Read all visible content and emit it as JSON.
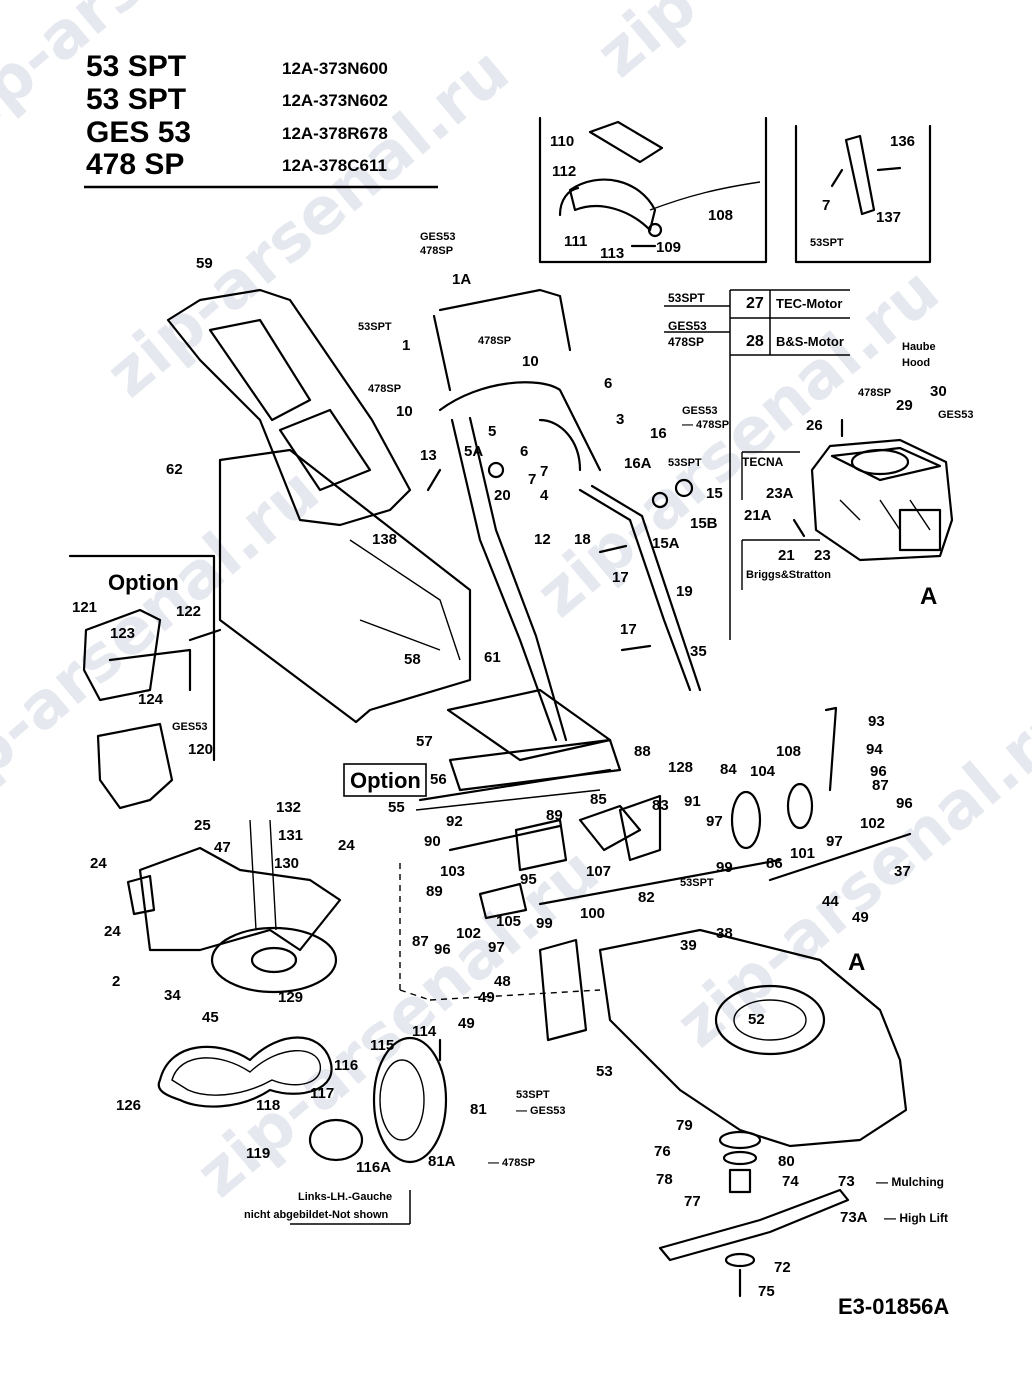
{
  "watermark": {
    "text": "zip-arsenal.ru",
    "color": "#d5dbe5"
  },
  "models": [
    {
      "name": "53 SPT",
      "code": "12A-373N600"
    },
    {
      "name": "53 SPT",
      "code": "12A-373N602"
    },
    {
      "name": "GES 53",
      "code": "12A-378R678"
    },
    {
      "name": "478 SP",
      "code": "12A-378C611"
    }
  ],
  "engine_table": [
    {
      "models": [
        "53SPT"
      ],
      "number": "27",
      "engine": "TEC-Motor"
    },
    {
      "models": [
        "GES53",
        "478SP"
      ],
      "number": "28",
      "engine": "B&S-Motor"
    }
  ],
  "notes": {
    "option_1": "Option",
    "option_2": "Option",
    "hood": "Haube\nHood",
    "tecna": "TECNA",
    "briggs": "Briggs&Stratton",
    "not_shown": "Links-LH.-Gauche\nnicht abgebildet-Not shown",
    "mulching": "— Mulching",
    "high_lift": "— High Lift",
    "diagram_code": "E3-01856A",
    "ref_a_engine": "A",
    "ref_a_deck": "A"
  },
  "model_tags": [
    {
      "id": "tag-ges53-478sp-top",
      "text": "GES53\n478SP"
    },
    {
      "id": "tag-53spt-1",
      "text": "53SPT"
    },
    {
      "id": "tag-478sp-10a",
      "text": "478SP"
    },
    {
      "id": "tag-478sp-10b",
      "text": "478SP"
    },
    {
      "id": "tag-ges53-478sp-16",
      "text": "GES53\n478SP"
    },
    {
      "id": "tag-53spt-16a",
      "text": "53SPT"
    },
    {
      "id": "tag-53spt-box",
      "text": "53SPT"
    },
    {
      "id": "tag-ges53-120",
      "text": "GES53"
    },
    {
      "id": "tag-478sp-29",
      "text": "478SP"
    },
    {
      "id": "tag-ges53-30",
      "text": "GES53"
    },
    {
      "id": "tag-53spt-38",
      "text": "53SPT"
    },
    {
      "id": "tag-53spt-ges53-81",
      "text": "53SPT\nGES53"
    },
    {
      "id": "tag-478sp-81a",
      "text": "— 478SP"
    }
  ],
  "part_labels": [
    "1A",
    "1",
    "10",
    "10",
    "3",
    "16",
    "16A",
    "6",
    "5",
    "5A",
    "6",
    "7",
    "7",
    "4",
    "20",
    "12",
    "13",
    "18",
    "15",
    "15A",
    "15B",
    "17",
    "17",
    "19",
    "35",
    "59",
    "62",
    "138",
    "58",
    "61",
    "57",
    "110",
    "112",
    "111",
    "113",
    "109",
    "108",
    "136",
    "7",
    "137",
    "26",
    "29",
    "30",
    "23A",
    "21A",
    "21",
    "23",
    "121",
    "122",
    "123",
    "124",
    "120",
    "56",
    "55",
    "88",
    "128",
    "84",
    "104",
    "108",
    "93",
    "94",
    "96",
    "87",
    "96",
    "102",
    "97",
    "101",
    "86",
    "99",
    "97",
    "91",
    "83",
    "85",
    "89",
    "92",
    "90",
    "107",
    "103",
    "95",
    "89",
    "87",
    "96",
    "102",
    "97",
    "105",
    "99",
    "100",
    "82",
    "37",
    "44",
    "49",
    "39",
    "38",
    "48",
    "49",
    "49",
    "52",
    "53",
    "132",
    "131",
    "130",
    "25",
    "47",
    "24",
    "24",
    "24",
    "2",
    "34",
    "45",
    "129",
    "126",
    "114",
    "115",
    "116",
    "117",
    "118",
    "119",
    "116A",
    "81",
    "81A",
    "79",
    "80",
    "76",
    "78",
    "77",
    "74",
    "73",
    "73A",
    "72",
    "75"
  ]
}
